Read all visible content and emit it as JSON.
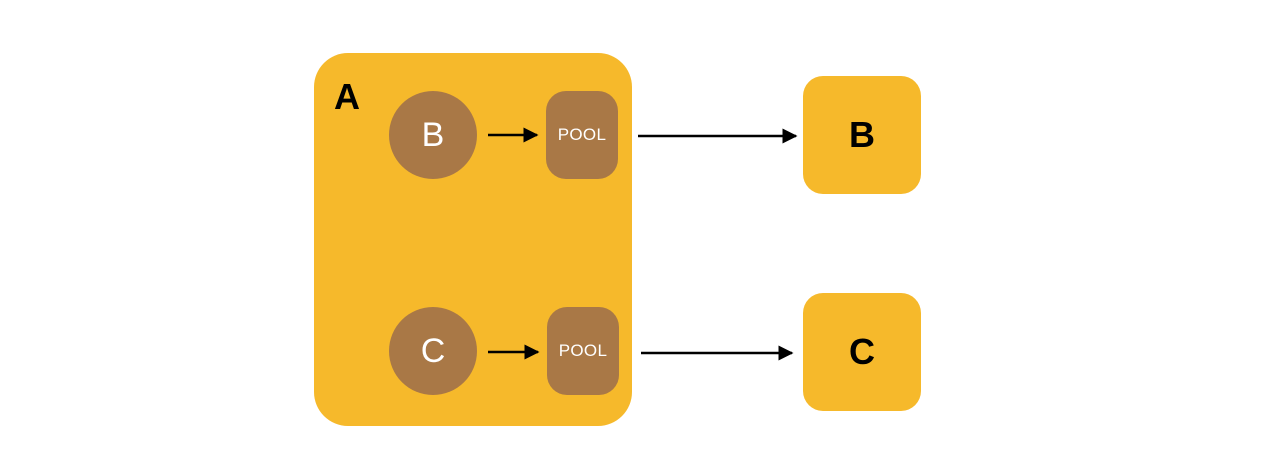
{
  "colors": {
    "container_fill": "#f6b92b",
    "node_fill": "#a97846",
    "target_fill": "#f6b92b",
    "arrow": "#000000"
  },
  "container": {
    "label": "A"
  },
  "rows": [
    {
      "source_label": "B",
      "pool_label": "POOL",
      "target_label": "B"
    },
    {
      "source_label": "C",
      "pool_label": "POOL",
      "target_label": "C"
    }
  ]
}
